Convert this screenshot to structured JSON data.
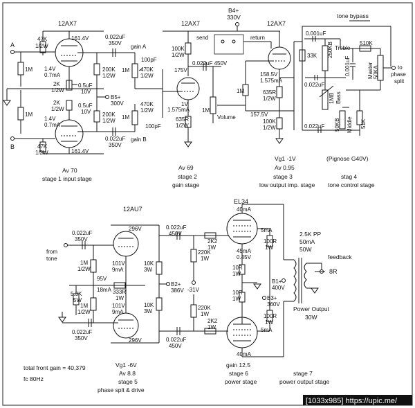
{
  "watermark": "[1033x985] https://upic.me/",
  "stage1": {
    "tube": "12AX7",
    "r_top_l": [
      "47K",
      "1/2W"
    ],
    "r_top_l2": [
      "47K",
      "1/2W"
    ],
    "v_plate_top": "161.4V",
    "v_plate_bot": "161.4V",
    "cath_top": [
      "1.4V",
      "0.7mA"
    ],
    "cath_bot": [
      "1.4V",
      "0.7mA"
    ],
    "r_grid_top": "1M",
    "r_grid_bot": "1M",
    "r_k_top": [
      "2K",
      "1/2W"
    ],
    "r_k_bot": [
      "2K",
      "1/2W"
    ],
    "c_k_top": [
      "0.5uF",
      "10V"
    ],
    "c_k_bot": [
      "0.5uF",
      "10V"
    ],
    "in_a": "A",
    "in_b": "B",
    "c_out_top": [
      "0.022uF",
      "350V"
    ],
    "c_out_bot": [
      "0.022uF",
      "350V"
    ],
    "r_plate_top": [
      "200K",
      "1/2W"
    ],
    "r_plate_bot": [
      "200K",
      "1/2W"
    ],
    "b5": [
      "B5+",
      "300V"
    ],
    "gain_a": "gain A",
    "gain_b": "gain B",
    "pot_a": "1M",
    "pot_b": "1M",
    "c_a": "100pF",
    "c_b": "100pF",
    "r_mix_a": [
      "470K",
      "1/2W"
    ],
    "r_mix_b": [
      "470K",
      "1/2W"
    ],
    "av": "Av 70",
    "label": "stage 1 input stage"
  },
  "stage2": {
    "tube": "12AX7",
    "r_plate": [
      "100K",
      "1/2W"
    ],
    "v_plate": "175V",
    "c_out": "0.022uF 450V",
    "cath": [
      "1V",
      "1.575mA"
    ],
    "r_k": [
      "635R",
      "1/2W"
    ],
    "pot": "1M",
    "vol": "Volume",
    "av": "Av 69",
    "label1": "stage 2",
    "label2": "gain stage"
  },
  "stage3": {
    "tube": "12AX7",
    "b4": [
      "B4+",
      "330V"
    ],
    "send": "send",
    "ret": "return",
    "v_cath": [
      "158.5V",
      "1.575mA"
    ],
    "r_k": [
      "635R",
      "1/2W"
    ],
    "r_grid": "1M",
    "v_mid": "157.5V",
    "r_bot": [
      "100K",
      "1/2W"
    ],
    "vg": "Vg1 -1V",
    "av": "Av 0.95",
    "label1": "stage 3",
    "label2": "low output imp. stage"
  },
  "stage4": {
    "bypass": "tone bypass",
    "c1": "0.001uF",
    "r1": "33K",
    "treble": "250KB",
    "treble_l": "Treble",
    "r2": "510K",
    "c2": "0.022uF",
    "bass": "1MB",
    "bass_l": "Bass",
    "c3": "0.001uF",
    "master": "Master",
    "master_v": "50KA",
    "to": [
      "to",
      "phase",
      "split"
    ],
    "c4": "0.022uF",
    "mid": "50KB",
    "mid_l": "Middle",
    "r3": "51K",
    "pig": "(Pignose G40V)",
    "label1": "stag 4",
    "label2": "tone control stage"
  },
  "stage5": {
    "tube": "12AU7",
    "from": [
      "from",
      "tone"
    ],
    "c_in": [
      "0.022uF",
      "350V"
    ],
    "v_top": "296V",
    "v_bot": "296V",
    "r_g1": [
      "1M",
      "1/2W"
    ],
    "r_g2": [
      "1M",
      "1/2W"
    ],
    "cath_top": [
      "101V",
      "9mA"
    ],
    "cath_bot": [
      "101V",
      "9mA"
    ],
    "v95": "95V",
    "ma18": "18mA",
    "r333": [
      "333R",
      "1W"
    ],
    "r53": [
      "5.3K",
      "5W"
    ],
    "c_gnd": [
      "0.022uF",
      "350V"
    ],
    "r_p1": [
      "10K",
      "3W"
    ],
    "r_p2": [
      "10K",
      "3W"
    ],
    "b2": [
      "B2+",
      "386V"
    ],
    "vg": "Vg1 -6V",
    "av": "Av 8.8",
    "label1": "stage 5",
    "label2": "phase splt & drive"
  },
  "stage6": {
    "c_top": [
      "0.022uF",
      "450V"
    ],
    "c_bot": [
      "0.022uF",
      "450V"
    ],
    "r_g1": [
      "2K2",
      "1W"
    ],
    "r_g2": [
      "2K2",
      "1W"
    ],
    "r_b1": [
      "220K",
      "1W"
    ],
    "r_b2": [
      "220K",
      "1W"
    ],
    "bias": "-31V",
    "tube": "EL34",
    "ma_top": "40mA",
    "ma_bot": "40mA",
    "ma45": [
      "45mA",
      "0.45V"
    ],
    "r_s1": [
      "100R",
      "1W"
    ],
    "r_s2": [
      "100R",
      "1W"
    ],
    "ma5a": "5mA",
    "ma5b": "5mA",
    "r_k1": [
      "10R",
      "1W"
    ],
    "r_k2": [
      "10R",
      "1W"
    ],
    "gain": "gain 12.5",
    "label1": "stage 6",
    "label2": "power stage"
  },
  "stage7": {
    "spec": [
      "2.5K PP",
      "50mA",
      "50W"
    ],
    "feedback": "feedback",
    "r8": "8R",
    "b1": [
      "B1+",
      "400V"
    ],
    "b3": [
      "B3+",
      "360V"
    ],
    "po": [
      "Power Output",
      "30W"
    ],
    "label1": "stage 7",
    "label2": "power output stage"
  },
  "summary": {
    "total": "total front gain = 40,379",
    "fc": "fc 80Hz"
  }
}
